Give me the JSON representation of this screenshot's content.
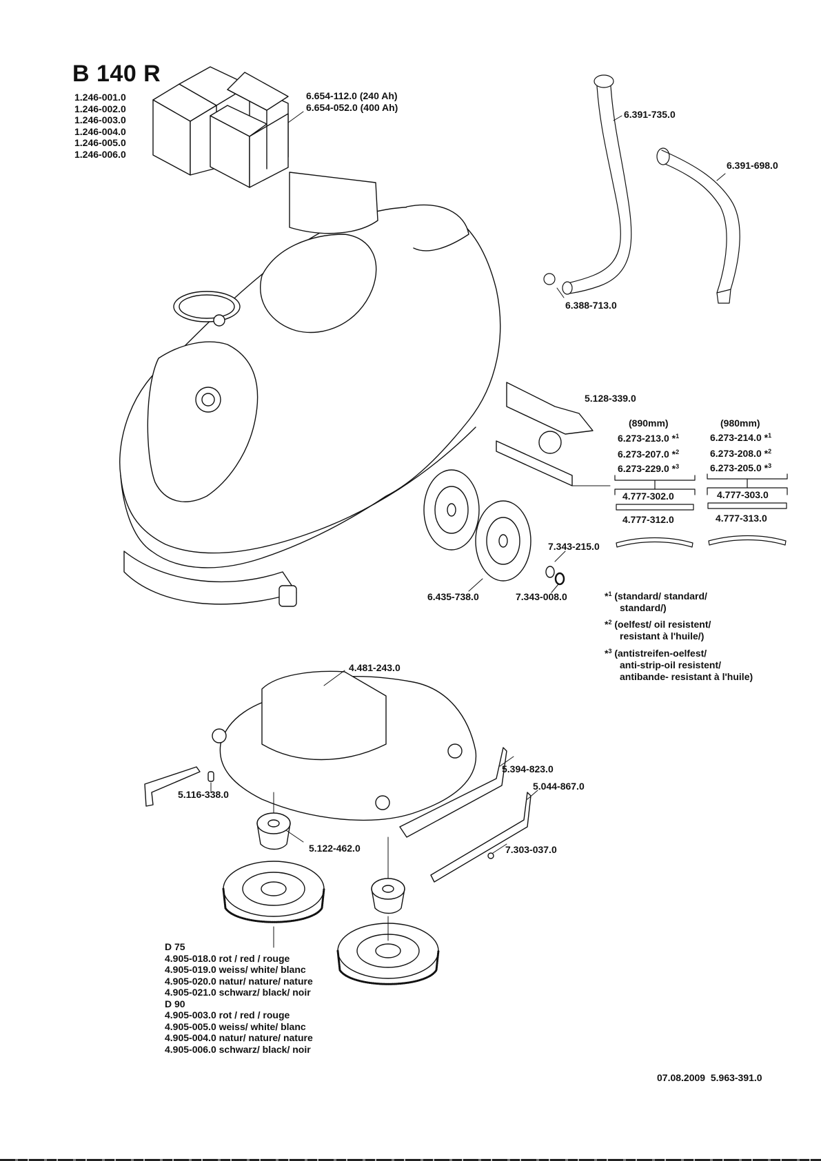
{
  "title": "B 140 R",
  "machine_variants": [
    "1.246-001.0",
    "1.246-002.0",
    "1.246-003.0",
    "1.246-004.0",
    "1.246-005.0",
    "1.246-006.0"
  ],
  "battery": {
    "parts": [
      "6.654-112.0 (240 Ah)",
      "6.654-052.0 (400 Ah)"
    ]
  },
  "hoses": {
    "drain_hose": "6.391-735.0",
    "suction_hose": "6.391-698.0",
    "hose_clamp": "6.388-713.0"
  },
  "squeegee": {
    "bracket": "5.128-339.0",
    "size_890": {
      "heading": "(890mm)",
      "lips": [
        {
          "part": "6.273-213.0",
          "mark": "*",
          "sup": "1"
        },
        {
          "part": "6.273-207.0",
          "mark": "*",
          "sup": "2"
        },
        {
          "part": "6.273-229.0",
          "mark": "*",
          "sup": "3"
        }
      ],
      "assembly": "4.777-302.0",
      "strip": "4.777-312.0"
    },
    "size_980": {
      "heading": "(980mm)",
      "lips": [
        {
          "part": "6.273-214.0",
          "mark": "*",
          "sup": "1"
        },
        {
          "part": "6.273-208.0",
          "mark": "*",
          "sup": "2"
        },
        {
          "part": "6.273-205.0",
          "mark": "*",
          "sup": "3"
        }
      ],
      "assembly": "4.777-303.0",
      "strip": "4.777-313.0"
    }
  },
  "wheels": {
    "wheel": "6.435-738.0",
    "washer": "7.343-215.0",
    "retaining_ring": "7.343-008.0"
  },
  "footnotes": [
    {
      "mark": "*",
      "sup": "1",
      "lines": [
        "(standard/ standard/",
        "standard/)"
      ]
    },
    {
      "mark": "*",
      "sup": "2",
      "lines": [
        "(oelfest/ oil resistent/",
        "resistant à l'huile/)"
      ]
    },
    {
      "mark": "*",
      "sup": "3",
      "lines": [
        "(antistreifen-oelfest/",
        "anti-strip-oil resistent/",
        "antibande- resistant à l'huile)"
      ]
    }
  ],
  "brush_head": {
    "switch": "4.481-243.0",
    "lever": "5.116-338.0",
    "drive_hub": "5.122-462.0",
    "splash_guard": "5.394-823.0",
    "strip": "5.044-867.0",
    "screw": "7.303-037.0"
  },
  "brushes": {
    "groups": [
      {
        "heading": "D 75",
        "items": [
          "4.905-018.0 rot / red / rouge",
          "4.905-019.0 weiss/ white/ blanc",
          "4.905-020.0 natur/ nature/ nature",
          "4.905-021.0 schwarz/ black/ noir"
        ]
      },
      {
        "heading": "D 90",
        "items": [
          "4.905-003.0 rot / red / rouge",
          "4.905-005.0 weiss/ white/ blanc",
          "4.905-004.0 natur/ nature/ nature",
          "4.905-006.0 schwarz/ black/ noir"
        ]
      }
    ]
  },
  "footer": {
    "date": "07.08.2009",
    "doc_number": "5.963-391.0"
  }
}
